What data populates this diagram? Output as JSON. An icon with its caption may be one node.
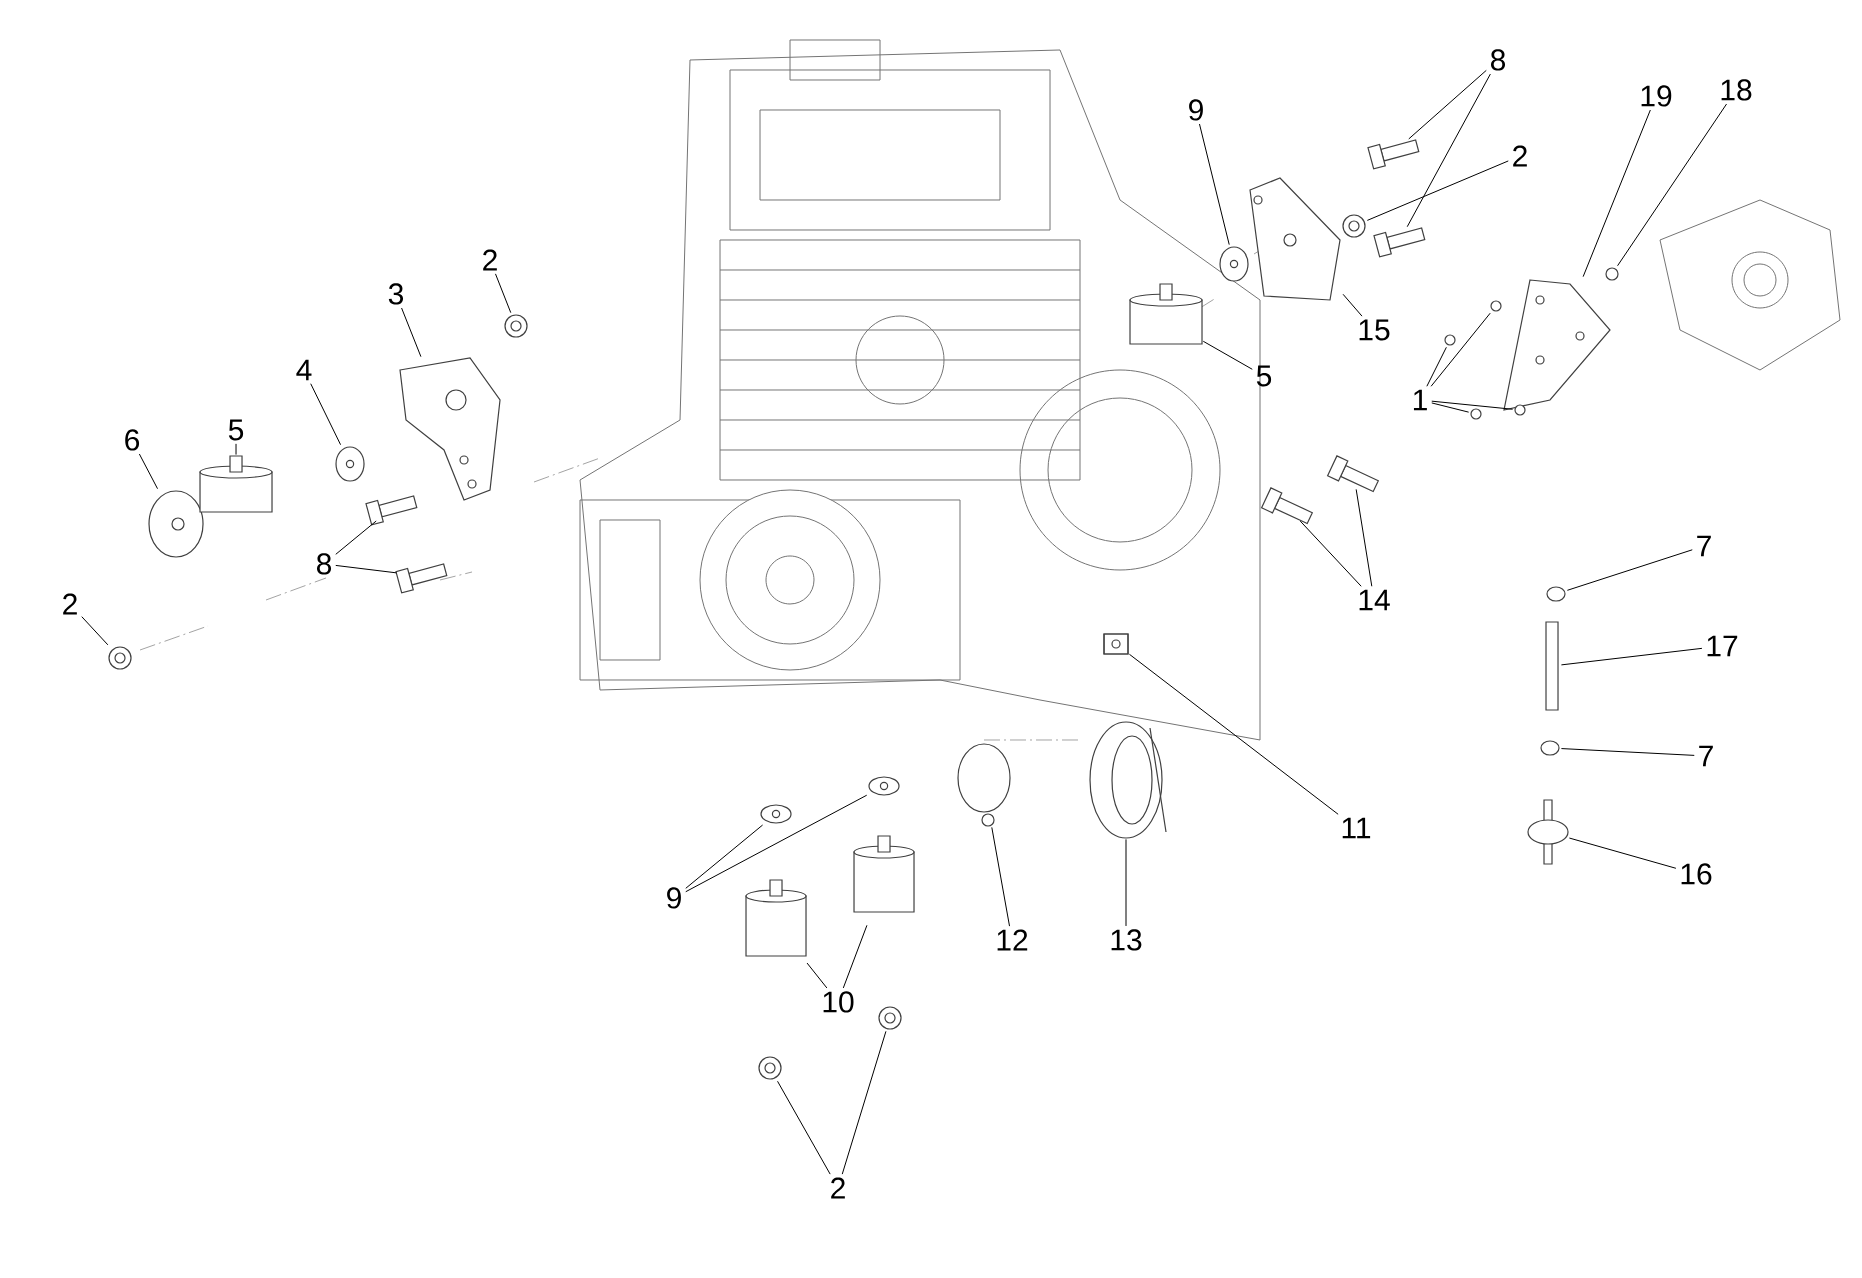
{
  "diagram": {
    "nodes": [
      {
        "text": [
          "2"
        ]
      },
      {
        "text": [
          "6"
        ]
      },
      {
        "text": [
          "5"
        ]
      },
      {
        "text": [
          "4"
        ]
      },
      {
        "text": [
          "3"
        ]
      },
      {
        "text": [
          "2"
        ]
      },
      {
        "text": [
          "8"
        ]
      },
      {
        "text": [
          "9"
        ]
      },
      {
        "text": [
          "8"
        ]
      },
      {
        "text": [
          "2"
        ]
      },
      {
        "text": [
          "15"
        ]
      },
      {
        "text": [
          "5"
        ]
      },
      {
        "text": [
          "19"
        ]
      },
      {
        "text": [
          "18"
        ]
      },
      {
        "text": [
          "1"
        ]
      },
      {
        "text": [
          "14"
        ]
      },
      {
        "text": [
          "7"
        ]
      },
      {
        "text": [
          "17"
        ]
      },
      {
        "text": [
          "7"
        ]
      },
      {
        "text": [
          "16"
        ]
      },
      {
        "text": [
          "11"
        ]
      },
      {
        "text": [
          "12"
        ]
      },
      {
        "text": [
          "13"
        ]
      },
      {
        "text": [
          "9"
        ]
      },
      {
        "text": [
          "10"
        ]
      },
      {
        "text": [
          "2"
        ]
      },
      {
        "text": [],
        "shape": "circle"
      },
      {
        "text": [],
        "shape": "circle"
      },
      {
        "text": [],
        "shape": "cylinder"
      },
      {
        "text": [],
        "shape": "circle"
      },
      {
        "text": [],
        "shape": "picture"
      },
      {
        "text": [],
        "shape": "circle"
      },
      {
        "text": [],
        "shape": "bar"
      },
      {
        "text": [],
        "shape": "bar"
      },
      {
        "text": [],
        "shape": "circle"
      },
      {
        "text": [],
        "shape": "bar"
      },
      {
        "text": [],
        "shape": "bar"
      },
      {
        "text": [],
        "shape": "circle"
      },
      {
        "text": [],
        "shape": "picture"
      },
      {
        "text": [],
        "shape": "cylinder"
      },
      {
        "text": [],
        "shape": "picture"
      },
      {
        "text": [],
        "shape": "circle"
      },
      {
        "text": [],
        "shape": "circle"
      },
      {
        "text": [],
        "shape": "circle"
      },
      {
        "text": [],
        "shape": "circle"
      },
      {
        "text": [],
        "shape": "circle"
      },
      {
        "text": [],
        "shape": "bar"
      },
      {
        "text": [],
        "shape": "bar"
      },
      {
        "text": [],
        "shape": "circle"
      },
      {
        "text": [],
        "shape": "bar"
      },
      {
        "text": [],
        "shape": "circle"
      },
      {
        "text": [],
        "shape": "picture"
      },
      {
        "text": [],
        "shape": "box"
      },
      {
        "text": [],
        "shape": "circle"
      },
      {
        "text": [],
        "shape": "picture"
      },
      {
        "text": [],
        "shape": "circle"
      },
      {
        "text": [],
        "shape": "circle"
      },
      {
        "text": [],
        "shape": "cylinder"
      },
      {
        "text": [],
        "shape": "cylinder"
      },
      {
        "text": [],
        "shape": "circle"
      },
      {
        "text": [],
        "shape": "circle"
      }
    ],
    "edges": [
      {
        "from": 0,
        "to": 26,
        "arrow": "none"
      },
      {
        "from": 1,
        "to": 27,
        "arrow": "none"
      },
      {
        "from": 2,
        "to": 28,
        "arrow": "none"
      },
      {
        "from": 3,
        "to": 29,
        "arrow": "none"
      },
      {
        "from": 4,
        "to": 30,
        "arrow": "none"
      },
      {
        "from": 5,
        "to": 31,
        "arrow": "none"
      },
      {
        "from": 6,
        "to": 32,
        "arrow": "none"
      },
      {
        "from": 6,
        "to": 33,
        "arrow": "none"
      },
      {
        "from": 7,
        "to": 34,
        "arrow": "none"
      },
      {
        "from": 8,
        "to": 35,
        "arrow": "none"
      },
      {
        "from": 8,
        "to": 36,
        "arrow": "none"
      },
      {
        "from": 9,
        "to": 37,
        "arrow": "none"
      },
      {
        "from": 10,
        "to": 38,
        "arrow": "none"
      },
      {
        "from": 11,
        "to": 39,
        "arrow": "none"
      },
      {
        "from": 12,
        "to": 40,
        "arrow": "none"
      },
      {
        "from": 13,
        "to": 41,
        "arrow": "none"
      },
      {
        "from": 14,
        "to": 42,
        "arrow": "none"
      },
      {
        "from": 14,
        "to": 43,
        "arrow": "none"
      },
      {
        "from": 14,
        "to": 44,
        "arrow": "none"
      },
      {
        "from": 14,
        "to": 45,
        "arrow": "none"
      },
      {
        "from": 15,
        "to": 46,
        "arrow": "none"
      },
      {
        "from": 15,
        "to": 47,
        "arrow": "none"
      },
      {
        "from": 16,
        "to": 48,
        "arrow": "none"
      },
      {
        "from": 17,
        "to": 49,
        "arrow": "none"
      },
      {
        "from": 18,
        "to": 50,
        "arrow": "none"
      },
      {
        "from": 19,
        "to": 51,
        "arrow": "none"
      },
      {
        "from": 20,
        "to": 52,
        "arrow": "none"
      },
      {
        "from": 21,
        "to": 53,
        "arrow": "none"
      },
      {
        "from": 22,
        "to": 54,
        "arrow": "none"
      },
      {
        "from": 23,
        "to": 55,
        "arrow": "none"
      },
      {
        "from": 23,
        "to": 56,
        "arrow": "none"
      },
      {
        "from": 24,
        "to": 57,
        "arrow": "none"
      },
      {
        "from": 24,
        "to": 58,
        "arrow": "none"
      },
      {
        "from": 25,
        "to": 59,
        "arrow": "none"
      },
      {
        "from": 25,
        "to": 60,
        "arrow": "none"
      }
    ]
  }
}
